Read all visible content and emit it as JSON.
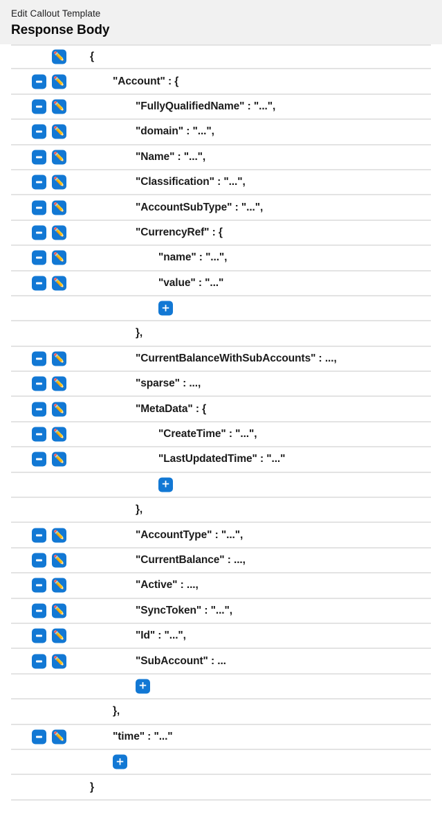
{
  "header": {
    "eyebrow": "Edit Callout Template",
    "title": "Response Body"
  },
  "colors": {
    "accent": "#1278d4",
    "header_bg": "#f1f1f1",
    "row_border": "#e3e3e3",
    "text": "#1b1b1b"
  },
  "icons": {
    "minus": "minus-icon",
    "plus": "+",
    "pencil": "✏️"
  },
  "tree": {
    "rows": [
      {
        "id": "row-open-brace",
        "text": "{",
        "indent": 0,
        "type": "edit",
        "buttons": [
          "edit"
        ]
      },
      {
        "id": "row-account",
        "text": "\"Account\" : {",
        "indent": 1,
        "type": "field",
        "buttons": [
          "remove",
          "edit"
        ]
      },
      {
        "id": "row-fullyqualifiedname",
        "text": "\"FullyQualifiedName\" : \"...\",",
        "indent": 2,
        "type": "field",
        "buttons": [
          "remove",
          "edit"
        ]
      },
      {
        "id": "row-domain",
        "text": "\"domain\" : \"...\",",
        "indent": 2,
        "type": "field",
        "buttons": [
          "remove",
          "edit"
        ]
      },
      {
        "id": "row-name",
        "text": "\"Name\" : \"...\",",
        "indent": 2,
        "type": "field",
        "buttons": [
          "remove",
          "edit"
        ]
      },
      {
        "id": "row-classification",
        "text": "\"Classification\" : \"...\",",
        "indent": 2,
        "type": "field",
        "buttons": [
          "remove",
          "edit"
        ]
      },
      {
        "id": "row-accountsubtype",
        "text": "\"AccountSubType\" : \"...\",",
        "indent": 2,
        "type": "field",
        "buttons": [
          "remove",
          "edit"
        ]
      },
      {
        "id": "row-currencyref",
        "text": "\"CurrencyRef\" : {",
        "indent": 2,
        "type": "field",
        "buttons": [
          "remove",
          "edit"
        ]
      },
      {
        "id": "row-currencyref-name",
        "text": "\"name\" : \"...\",",
        "indent": 3,
        "type": "field",
        "buttons": [
          "remove",
          "edit"
        ]
      },
      {
        "id": "row-currencyref-value",
        "text": "\"value\" : \"...\"",
        "indent": 3,
        "type": "field",
        "buttons": [
          "remove",
          "edit"
        ]
      },
      {
        "id": "row-add-currencyref",
        "text": "",
        "indent": 3,
        "type": "add",
        "buttons": [
          "add"
        ]
      },
      {
        "id": "row-close-currencyref",
        "text": "},",
        "indent": 2,
        "type": "brace",
        "buttons": []
      },
      {
        "id": "row-currentbalancewithsubaccounts",
        "text": "\"CurrentBalanceWithSubAccounts\" : ...,",
        "indent": 2,
        "type": "field",
        "buttons": [
          "remove",
          "edit"
        ]
      },
      {
        "id": "row-sparse",
        "text": "\"sparse\" : ...,",
        "indent": 2,
        "type": "field",
        "buttons": [
          "remove",
          "edit"
        ]
      },
      {
        "id": "row-metadata",
        "text": "\"MetaData\" : {",
        "indent": 2,
        "type": "field",
        "buttons": [
          "remove",
          "edit"
        ]
      },
      {
        "id": "row-createtime",
        "text": "\"CreateTime\" : \"...\",",
        "indent": 3,
        "type": "field",
        "buttons": [
          "remove",
          "edit"
        ]
      },
      {
        "id": "row-lastupdatedtime",
        "text": "\"LastUpdatedTime\" : \"...\"",
        "indent": 3,
        "type": "field",
        "buttons": [
          "remove",
          "edit"
        ]
      },
      {
        "id": "row-add-metadata",
        "text": "",
        "indent": 3,
        "type": "add",
        "buttons": [
          "add"
        ]
      },
      {
        "id": "row-close-metadata",
        "text": "},",
        "indent": 2,
        "type": "brace",
        "buttons": []
      },
      {
        "id": "row-accounttype",
        "text": "\"AccountType\" : \"...\",",
        "indent": 2,
        "type": "field",
        "buttons": [
          "remove",
          "edit"
        ]
      },
      {
        "id": "row-currentbalance",
        "text": "\"CurrentBalance\" : ...,",
        "indent": 2,
        "type": "field",
        "buttons": [
          "remove",
          "edit"
        ]
      },
      {
        "id": "row-active",
        "text": "\"Active\" : ...,",
        "indent": 2,
        "type": "field",
        "buttons": [
          "remove",
          "edit"
        ]
      },
      {
        "id": "row-synctoken",
        "text": "\"SyncToken\" : \"...\",",
        "indent": 2,
        "type": "field",
        "buttons": [
          "remove",
          "edit"
        ]
      },
      {
        "id": "row-id",
        "text": "\"Id\" : \"...\",",
        "indent": 2,
        "type": "field",
        "buttons": [
          "remove",
          "edit"
        ]
      },
      {
        "id": "row-subaccount",
        "text": "\"SubAccount\" : ...",
        "indent": 2,
        "type": "field",
        "buttons": [
          "remove",
          "edit"
        ]
      },
      {
        "id": "row-add-account",
        "text": "",
        "indent": 2,
        "type": "add",
        "buttons": [
          "add"
        ]
      },
      {
        "id": "row-close-account",
        "text": "},",
        "indent": 1,
        "type": "brace",
        "buttons": []
      },
      {
        "id": "row-time",
        "text": "\"time\" : \"...\"",
        "indent": 1,
        "type": "field",
        "buttons": [
          "remove",
          "edit"
        ]
      },
      {
        "id": "row-add-root",
        "text": "",
        "indent": 1,
        "type": "add",
        "buttons": [
          "add"
        ]
      },
      {
        "id": "row-close-brace",
        "text": "}",
        "indent": 0,
        "type": "brace",
        "buttons": []
      }
    ]
  }
}
